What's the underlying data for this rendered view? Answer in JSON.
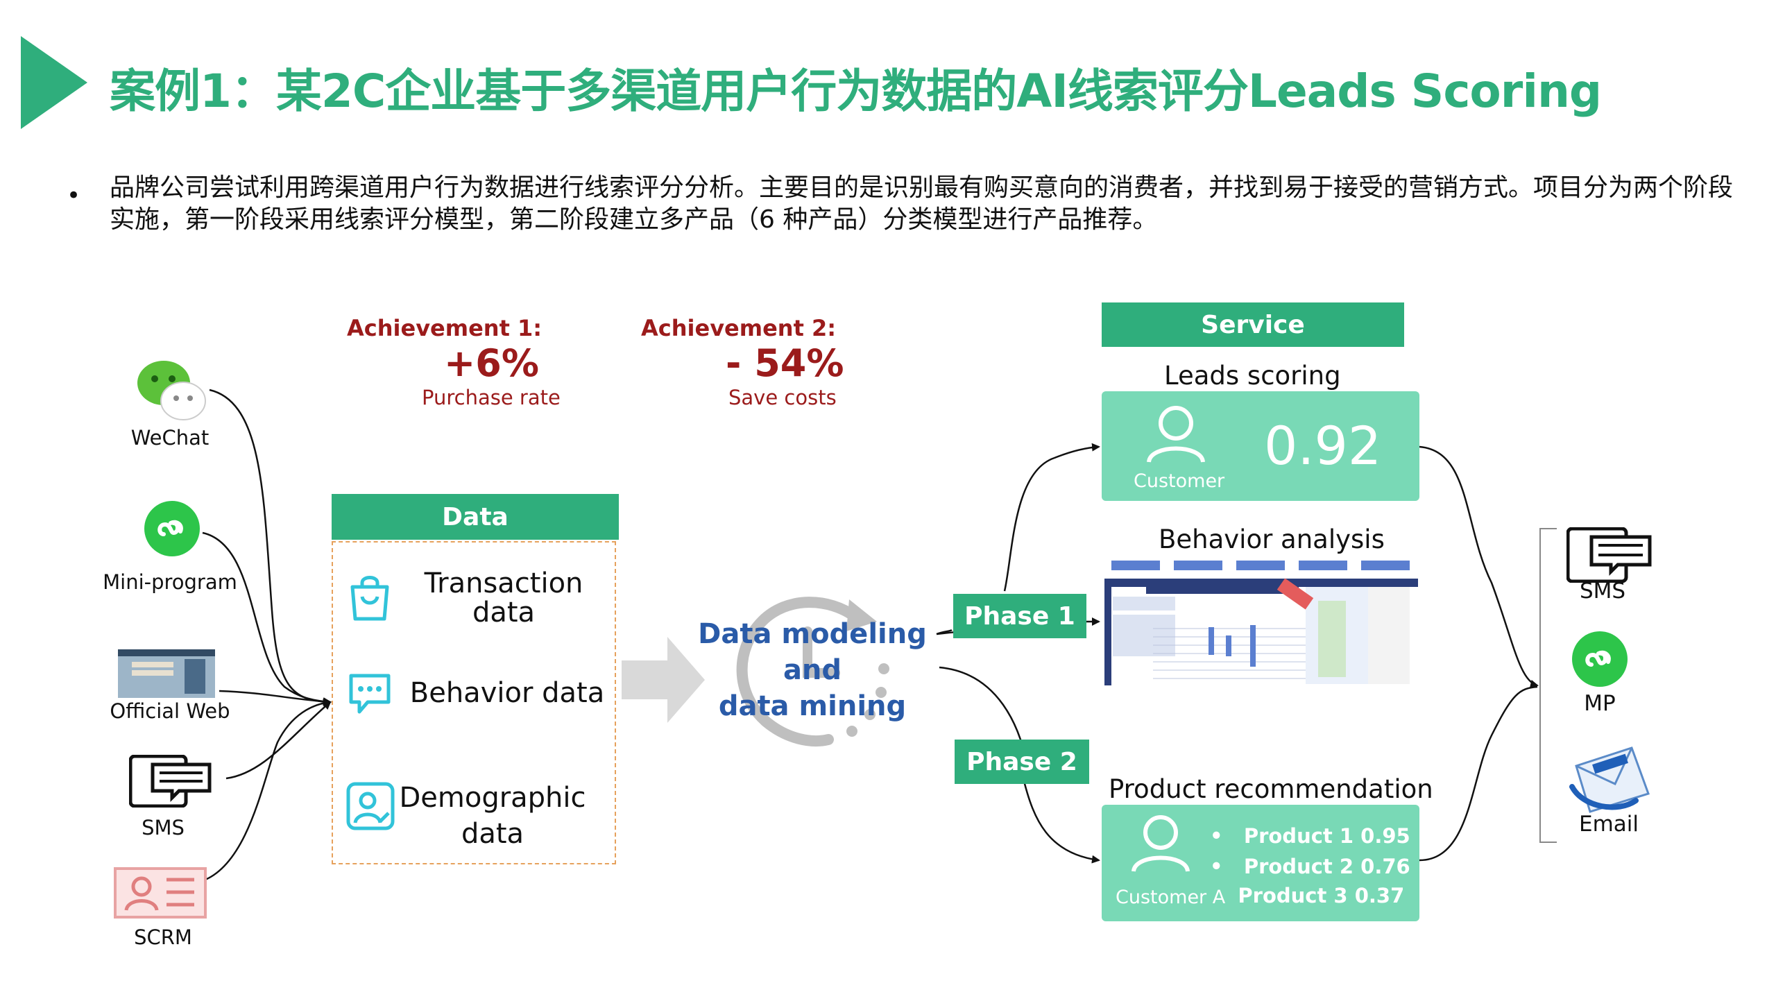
{
  "title": "案例1：某2C企业基于多渠道用户行为数据的AI线索评分Leads Scoring",
  "bullet": "品牌公司尝试利用跨渠道用户行为数据进行线索评分分析。主要目的是识别最有购买意向的消费者，并找到易于接受的营销方式。项目分为两个阶段实施，第一阶段采用线索评分模型，第二阶段建立多产品（6 种产品）分类模型进行产品推荐。",
  "achievements": [
    {
      "label": "Achievement 1:",
      "value": "+6%",
      "sub": "Purchase rate"
    },
    {
      "label": "Achievement 2:",
      "value": "- 54%",
      "sub": "Save costs"
    }
  ],
  "channels": [
    "WeChat",
    "Mini-program",
    "Official Web",
    "SMS",
    "SCRM"
  ],
  "data": {
    "header": "Data",
    "items": [
      "Transaction\ndata",
      "Behavior data",
      "Demographic\ndata"
    ]
  },
  "modeling": "Data modeling\nand\ndata mining",
  "phases": [
    "Phase 1",
    "Phase 2"
  ],
  "service": {
    "header": "Service",
    "leads": {
      "title": "Leads scoring",
      "customer": "Customer",
      "score": "0.92"
    },
    "behavior": {
      "title": "Behavior analysis"
    },
    "product": {
      "title": "Product recommendation",
      "customer": "Customer A",
      "items": [
        "Product 1 0.95",
        "Product 2 0.76",
        "Product 3 0.37"
      ]
    }
  },
  "outputs": [
    "SMS",
    "MP",
    "Email"
  ],
  "colors": {
    "green": "#2FAE7C",
    "mint": "#79D9B6",
    "red": "#9B1B1B",
    "blue": "#2A5BA8",
    "cyan": "#31C3D9"
  }
}
